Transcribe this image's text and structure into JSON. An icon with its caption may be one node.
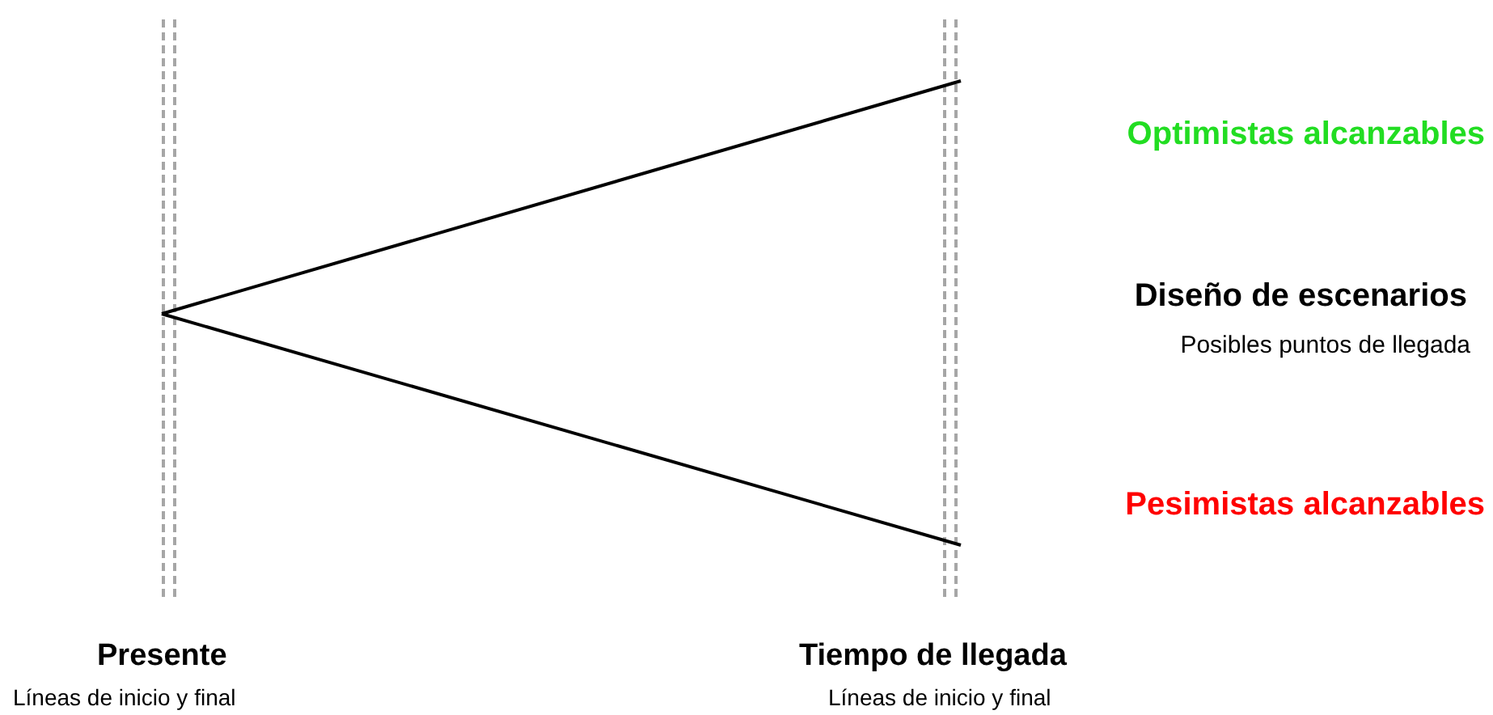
{
  "diagram": {
    "labels": [
      "Optimistas alcanzables",
      "Diseño de escenarios",
      "Posibles puntos de llegada",
      "Pesimistas alcanzables",
      "Presente",
      "Líneas de inicio y final",
      "Tiempo de llegada",
      "Líneas de inicio y final"
    ]
  }
}
